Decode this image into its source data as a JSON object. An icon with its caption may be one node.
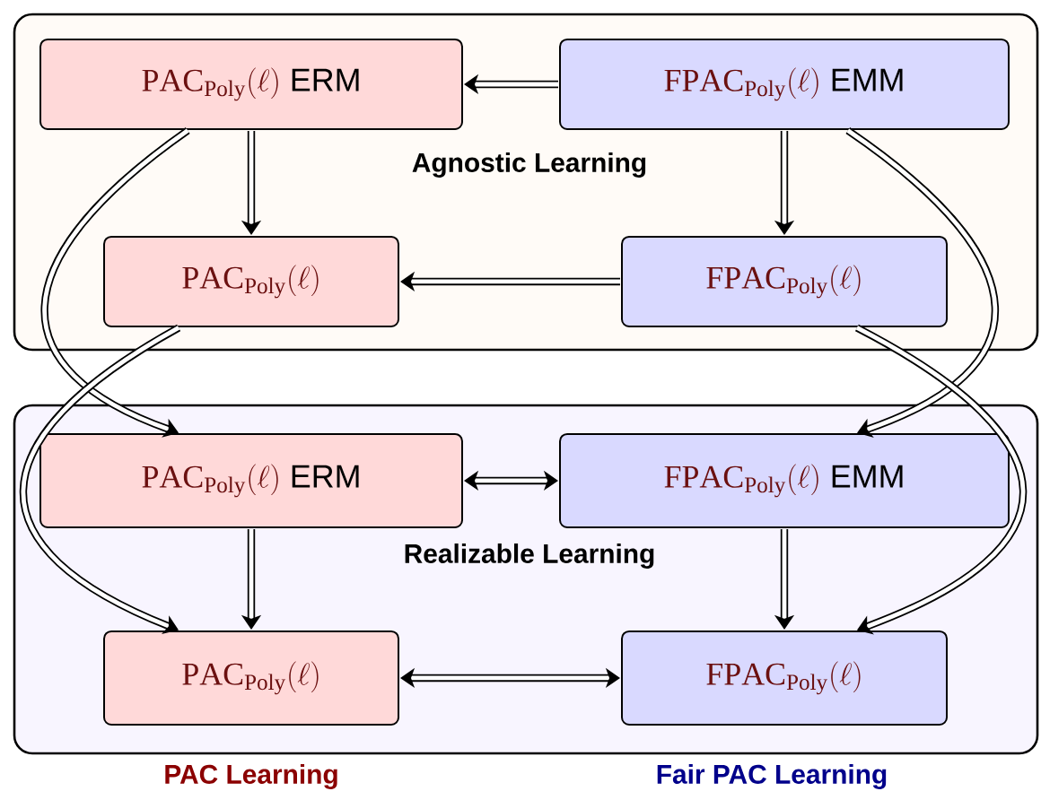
{
  "diagram": {
    "nodes": [
      {
        "text": [
          "Agnostic Learning"
        ]
      },
      {
        "text": [
          "\\mathrm{PAC}_{\\mathrm{Poly}}(\\ell)",
          "ERM"
        ],
        "in": 0
      },
      {
        "text": [
          "\\mathrm{FPAC}_{\\mathrm{Poly}}(\\ell)",
          "EMM"
        ],
        "in": 0
      },
      {
        "text": [
          "\\mathrm{PAC}_{\\mathrm{Poly}}(\\ell)"
        ],
        "in": 0
      },
      {
        "text": [
          "\\mathrm{FPAC}_{\\mathrm{Poly}}(\\ell)"
        ],
        "in": 0
      },
      {
        "text": [
          "Realizable Learning"
        ]
      },
      {
        "text": [
          "\\mathrm{PAC}_{\\mathrm{Poly}}(\\ell)",
          "ERM"
        ],
        "in": 5
      },
      {
        "text": [
          "\\mathrm{FPAC}_{\\mathrm{Poly}}(\\ell)",
          "EMM"
        ],
        "in": 5
      },
      {
        "text": [
          "\\mathrm{PAC}_{\\mathrm{Poly}}(\\ell)"
        ],
        "in": 5
      },
      {
        "text": [
          "\\mathrm{FPAC}_{\\mathrm{Poly}}(\\ell)"
        ],
        "in": 5
      }
    ],
    "edges": [
      {
        "from": 2,
        "to": 1,
        "arrow": "to"
      },
      {
        "from": 1,
        "to": 3,
        "arrow": "to"
      },
      {
        "from": 2,
        "to": 4,
        "arrow": "to"
      },
      {
        "from": 4,
        "to": 3,
        "arrow": "to"
      },
      {
        "from": 1,
        "to": 6,
        "arrow": "to"
      },
      {
        "from": 3,
        "to": 8,
        "arrow": "to"
      },
      {
        "from": 2,
        "to": 7,
        "arrow": "to"
      },
      {
        "from": 4,
        "to": 9,
        "arrow": "to"
      },
      {
        "from": 6,
        "to": 7,
        "arrow": "both"
      },
      {
        "from": 6,
        "to": 8,
        "arrow": "to"
      },
      {
        "from": 7,
        "to": 9,
        "arrow": "to"
      },
      {
        "from": 8,
        "to": 9,
        "arrow": "both"
      }
    ],
    "labels": [
      "PAC Learning",
      "Fair PAC Learning"
    ]
  }
}
